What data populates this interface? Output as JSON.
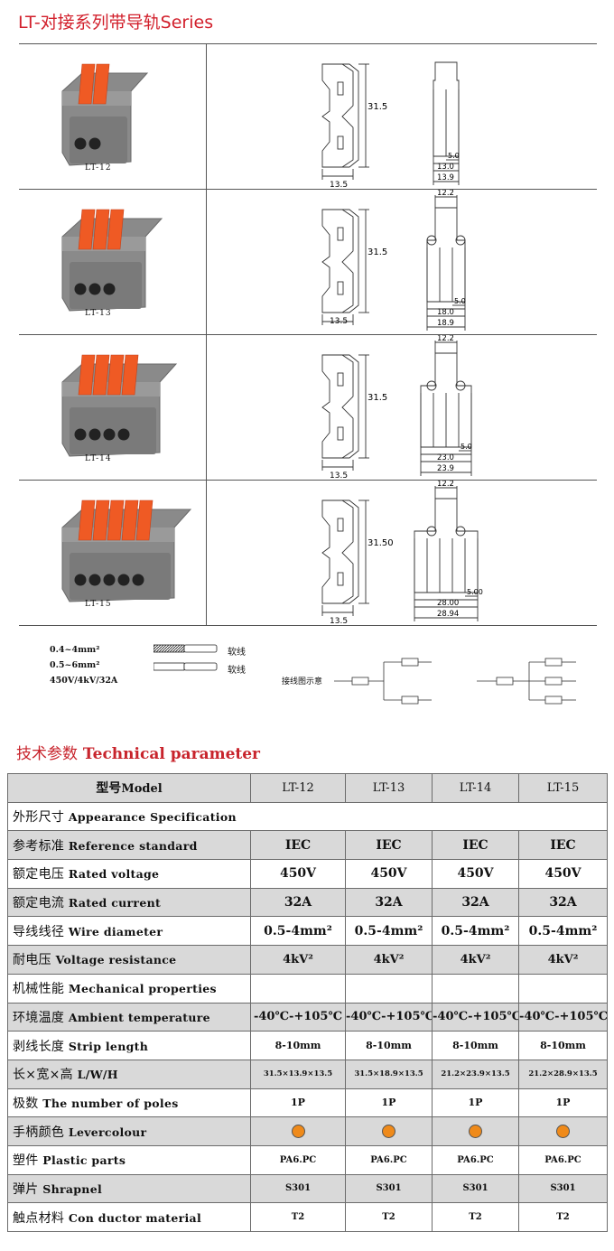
{
  "title": "LT-对接系列带导轨Series",
  "products": [
    {
      "label": "LT-12",
      "poles": 2,
      "dims": {
        "height": "31.5",
        "side_width": "13.5",
        "pitch": "5.0",
        "inner": "13.0",
        "outer": "13.9",
        "top": ""
      }
    },
    {
      "label": "LT-13",
      "poles": 3,
      "dims": {
        "height": "31.5",
        "side_width": "13.5",
        "pitch": "5.0",
        "inner": "18.0",
        "outer": "18.9",
        "top": "12.2"
      }
    },
    {
      "label": "LT-14",
      "poles": 4,
      "dims": {
        "height": "31.5",
        "side_width": "13.5",
        "pitch": "5.0",
        "inner": "23.0",
        "outer": "23.9",
        "top": "12.2"
      }
    },
    {
      "label": "LT-15",
      "poles": 5,
      "dims": {
        "height": "31.50",
        "side_width": "13.5",
        "pitch": "5.00",
        "inner": "28.00",
        "outer": "28.94",
        "top": "12.2"
      }
    }
  ],
  "legend": {
    "line1": "0.4~4mm²",
    "line2": "0.5~6mm²",
    "line3": "450V/4kV/32A",
    "cable1": "软线",
    "cable2": "软线",
    "wiring_label": "接线图示意"
  },
  "section": {
    "cn": "技术参数",
    "en": "Technical parameter"
  },
  "spec": {
    "header": {
      "cn": "型号",
      "en": "Model",
      "models": [
        "LT-12",
        "LT-13",
        "LT-14",
        "LT-15"
      ]
    },
    "rows": [
      {
        "cn": "外形尺寸",
        "en": "Appearance Specification",
        "values": [
          "",
          "",
          "",
          ""
        ],
        "span": true
      },
      {
        "cn": "参考标准",
        "en": "Reference standard",
        "values": [
          "IEC",
          "IEC",
          "IEC",
          "IEC"
        ],
        "size": "big"
      },
      {
        "cn": "额定电压",
        "en": "Rated voltage",
        "values": [
          "450V",
          "450V",
          "450V",
          "450V"
        ],
        "size": "big"
      },
      {
        "cn": "额定电流",
        "en": "Rated current",
        "values": [
          "32A",
          "32A",
          "32A",
          "32A"
        ],
        "size": "big"
      },
      {
        "cn": "导线线径",
        "en": "Wire diameter",
        "values": [
          "0.5-4mm²",
          "0.5-4mm²",
          "0.5-4mm²",
          "0.5-4mm²"
        ],
        "size": "big"
      },
      {
        "cn": "耐电压",
        "en": "Voltage resistance",
        "values": [
          "4kV²",
          "4kV²",
          "4kV²",
          "4kV²"
        ],
        "size": ""
      },
      {
        "cn": "机械性能",
        "en": "Mechanical properties",
        "values": [
          "",
          "",
          "",
          ""
        ],
        "size": ""
      },
      {
        "cn": "环境温度",
        "en": "Ambient temperature",
        "values": [
          "-40℃-+105℃",
          "-40℃-+105℃",
          "-40℃-+105℃",
          "-40℃-+105℃"
        ],
        "size": ""
      },
      {
        "cn": "剥线长度",
        "en": "Strip length",
        "values": [
          "8-10mm",
          "8-10mm",
          "8-10mm",
          "8-10mm"
        ],
        "size": "mid"
      },
      {
        "cn": "长×宽×高",
        "en": "L/W/H",
        "values": [
          "31.5×13.9×13.5",
          "31.5×18.9×13.5",
          "21.2×23.9×13.5",
          "21.2×28.9×13.5"
        ],
        "size": "small"
      },
      {
        "cn": "极数",
        "en": "The number of poles",
        "values": [
          "1P",
          "1P",
          "1P",
          "1P"
        ],
        "size": "mid"
      },
      {
        "cn": "手柄颜色",
        "en": "Levercolour",
        "values": [
          "",
          "",
          "",
          ""
        ],
        "dots": true,
        "color": "#ef8a1a"
      },
      {
        "cn": "塑件",
        "en": "Plastic parts",
        "values": [
          "PA6.PC",
          "PA6.PC",
          "PA6.PC",
          "PA6.PC"
        ],
        "size": "tiny"
      },
      {
        "cn": "弹片",
        "en": "Shrapnel",
        "values": [
          "S301",
          "S301",
          "S301",
          "S301"
        ],
        "size": "tiny"
      },
      {
        "cn": "触点材料",
        "en": "Con ductor material",
        "values": [
          "T2",
          "T2",
          "T2",
          "T2"
        ],
        "size": "tiny"
      }
    ]
  },
  "colors": {
    "title_red": "#d2202c",
    "lever_orange": "#ef8a1a",
    "body_gray": "#8a8a8a",
    "row_shade": "#d9d9d9"
  }
}
